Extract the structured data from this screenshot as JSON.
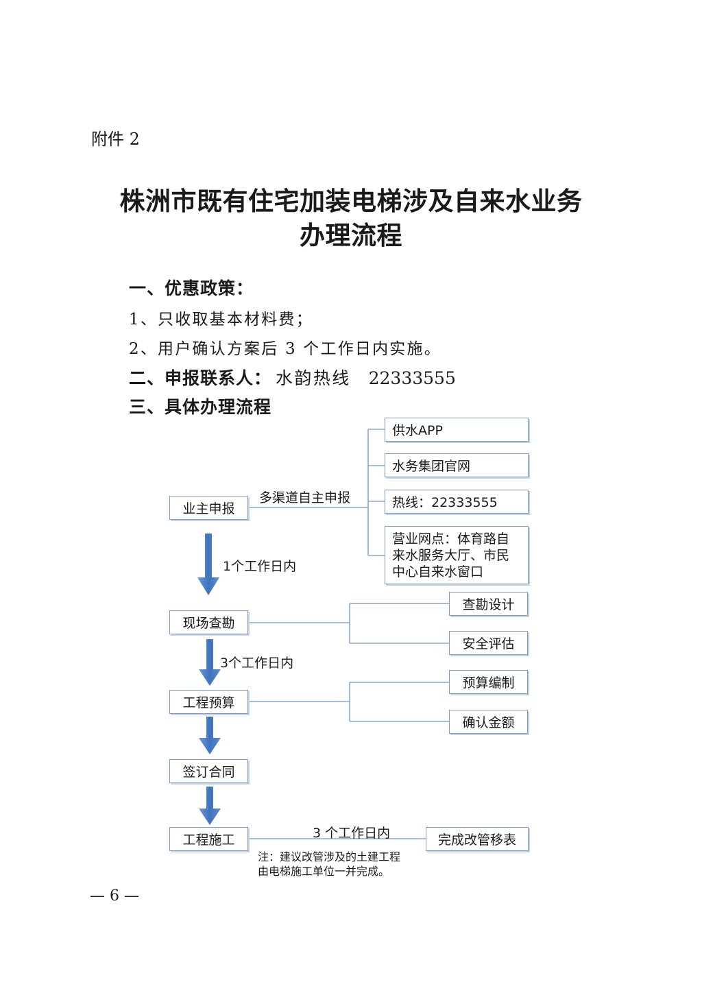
{
  "attachment_label": "附件 2",
  "title": {
    "line1": "株洲市既有住宅加装电梯涉及自来水业务",
    "line2": "办理流程"
  },
  "sections": {
    "policy_heading": "一、优惠政策：",
    "policy_items": [
      "1、只收取基本材料费；",
      "2、用户确认方案后 3 个工作日内实施。"
    ],
    "contact_heading": "二、申报联系人：",
    "contact_name": "水韵热线",
    "contact_number": "22333555",
    "process_heading": "三、具体办理流程"
  },
  "flowchart": {
    "steps": [
      "业主申报",
      "现场查勘",
      "工程预算",
      "签订合同",
      "工程施工"
    ],
    "channel_label": "多渠道自主申报",
    "channels": [
      "供水APP",
      "水务集团官网",
      "热线：22333555"
    ],
    "channel_office_lines": [
      "营业网点：体育路自",
      "来水服务大厅、市民",
      "中心自来水窗口"
    ],
    "durations": [
      "1个工作日内",
      "3个工作日内"
    ],
    "survey_tasks": [
      "查勘设计",
      "安全评估"
    ],
    "budget_tasks": [
      "预算编制",
      "确认金额"
    ],
    "construction_duration": "3 个工作日内",
    "final_step": "完成改管移表",
    "note": [
      "注：建议改管涉及的土建工程",
      "由电梯施工单位一并完成。"
    ]
  },
  "page_number": "— 6 —",
  "colors": {
    "box_border": "#7b9cc8",
    "connector": "#87a7cf",
    "arrow": "#4a7cc2"
  }
}
